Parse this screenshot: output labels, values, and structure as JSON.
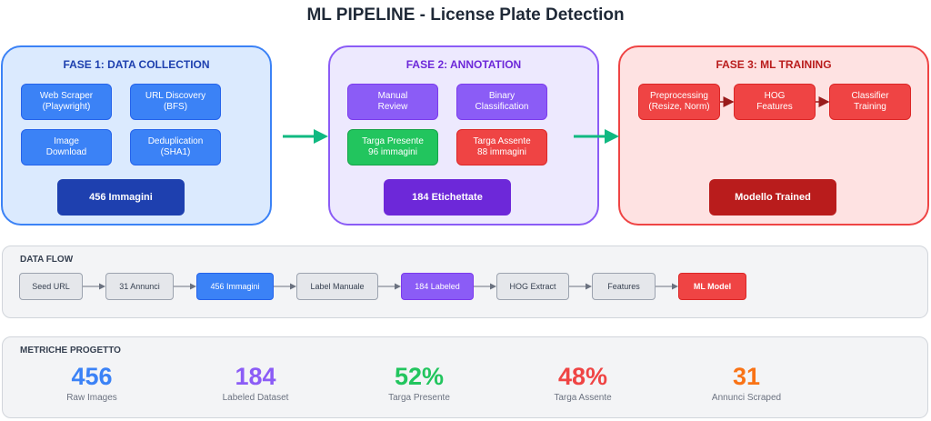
{
  "title": "ML PIPELINE - License Plate Detection",
  "phase1": {
    "title": "FASE 1: DATA COLLECTION",
    "boxes": [
      "Web Scraper\n(Playwright)",
      "URL Discovery\n(BFS)",
      "Image\nDownload",
      "Deduplication\n(SHA1)"
    ],
    "summary": "456 Immagini"
  },
  "phase2": {
    "title": "FASE 2: ANNOTATION",
    "boxes": [
      "Manual\nReview",
      "Binary\nClassification",
      "Targa Presente\n96 immagini",
      "Targa Assente\n88 immagini"
    ],
    "summary": "184 Etichettate"
  },
  "phase3": {
    "title": "FASE 3: ML TRAINING",
    "boxes": [
      "Preprocessing\n(Resize, Norm)",
      "HOG\nFeatures",
      "Classifier\nTraining"
    ],
    "summary": "Modello Trained"
  },
  "dataflow": {
    "title": "DATA FLOW",
    "steps": [
      "Seed URL",
      "31 Annunci",
      "456 Immagini",
      "Label Manuale",
      "184 Labeled",
      "HOG Extract",
      "Features",
      "ML Model"
    ]
  },
  "metrics": {
    "title": "METRICHE PROGETTO",
    "items": [
      {
        "value": "456",
        "label": "Raw Images",
        "color": "#3b82f6"
      },
      {
        "value": "184",
        "label": "Labeled Dataset",
        "color": "#8b5cf6"
      },
      {
        "value": "52%",
        "label": "Targa Presente",
        "color": "#22c55e"
      },
      {
        "value": "48%",
        "label": "Targa Assente",
        "color": "#ef4444"
      },
      {
        "value": "31",
        "label": "Annunci Scraped",
        "color": "#f97316"
      }
    ]
  },
  "colors": {
    "arrow_green": "#10b981",
    "arrow_red": "#991b1b",
    "arrow_gray": "#6b7280"
  }
}
